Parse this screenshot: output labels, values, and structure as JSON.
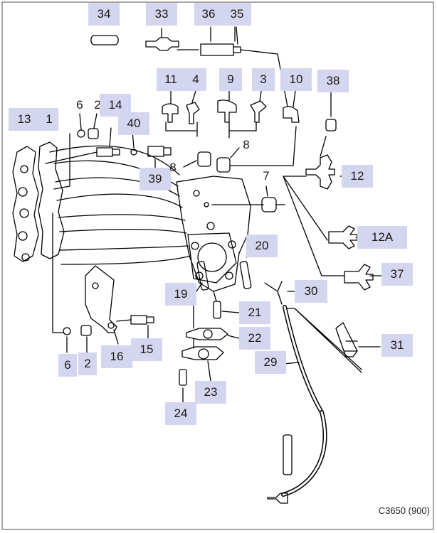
{
  "diagram": {
    "callouts": [
      "34",
      "33",
      "36",
      "35",
      "11",
      "4",
      "9",
      "3",
      "10",
      "38",
      "13",
      "1",
      "6",
      "2",
      "14",
      "40",
      "39",
      "8",
      "8",
      "7",
      "12",
      "12A",
      "37",
      "20",
      "19",
      "21",
      "30",
      "22",
      "31",
      "29",
      "23",
      "24",
      "16",
      "15",
      "6",
      "2"
    ],
    "reference": "C3650 (900)"
  },
  "colors": {
    "callout_bg": "#d4d6ef",
    "line": "#000000"
  }
}
